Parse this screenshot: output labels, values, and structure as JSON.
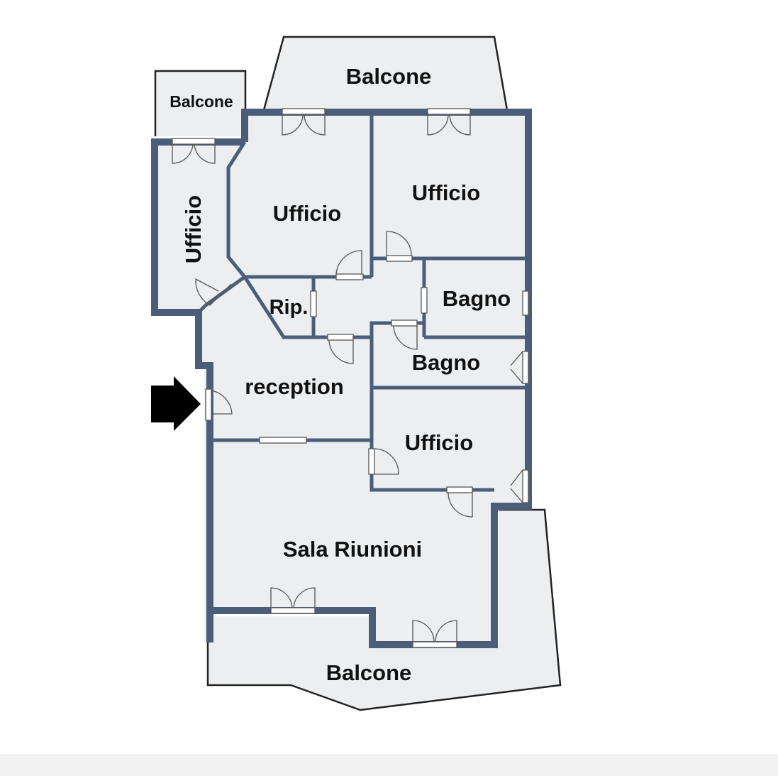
{
  "rooms": {
    "balcone_top": "Balcone",
    "balcone_small": "Balcone",
    "balcone_bottom": "Balcone",
    "ufficio_left": "Ufficio",
    "ufficio_center": "Ufficio",
    "ufficio_right": "Ufficio",
    "ufficio_lower": "Ufficio",
    "rip": "Rip.",
    "bagno_upper": "Bagno",
    "bagno_lower": "Bagno",
    "reception": "reception",
    "sala_riunioni": "Sala Riunioni"
  },
  "colors": {
    "wall": "#4a5e7a",
    "floor": "#eceef0",
    "arrow": "#000000"
  },
  "icons": {
    "entrance": "arrow-right-icon"
  }
}
